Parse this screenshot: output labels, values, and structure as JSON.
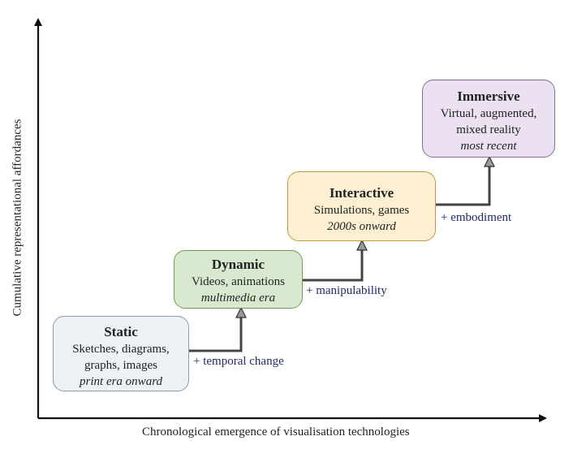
{
  "axes": {
    "x_label": "Chronological emergence of visualisation technologies",
    "y_label": "Cumulative representational affordances"
  },
  "stages": {
    "static": {
      "title": "Static",
      "line1": "Sketches, diagrams,",
      "line2": "graphs, images",
      "era": "print era onward"
    },
    "dynamic": {
      "title": "Dynamic",
      "line1": "Videos, animations",
      "era": "multimedia era"
    },
    "interactive": {
      "title": "Interactive",
      "line1": "Simulations, games",
      "era": "2000s onward"
    },
    "immersive": {
      "title": "Immersive",
      "line1": "Virtual, augmented,",
      "line2": "mixed reality",
      "era": "most recent"
    }
  },
  "transitions": {
    "temporal": "+ temporal change",
    "manipulability": "+ manipulability",
    "embodiment": "+ embodiment"
  },
  "colors": {
    "static_fill": "#edf1f6",
    "dynamic_fill": "#d9e9cf",
    "interactive_fill": "#fdf0d2",
    "immersive_fill": "#ece1f0",
    "transition_text": "#1f2a6b"
  }
}
